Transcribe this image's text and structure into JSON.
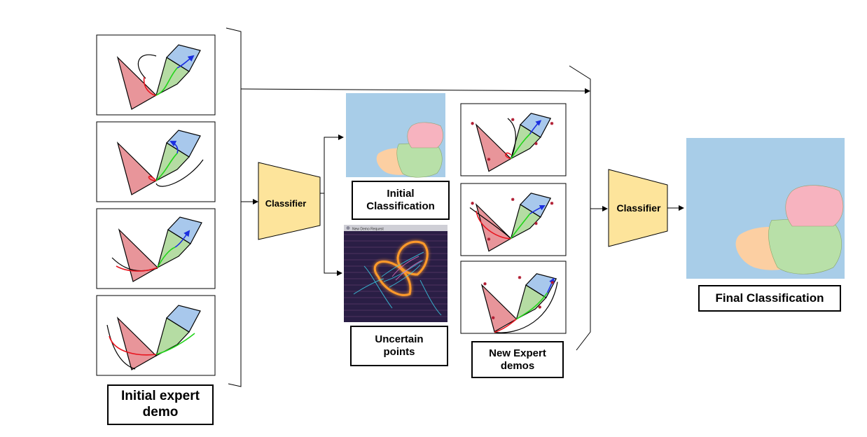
{
  "labels": {
    "initial_expert_demo": "Initial expert\ndemo",
    "classifier_1": "Classifier",
    "initial_classification": "Initial\nClassification",
    "uncertain_points": "Uncertain\npoints",
    "new_expert_demos": "New Expert\ndemos",
    "classifier_2": "Classifier",
    "final_classification": "Final Classification",
    "uncertainty_window_title": "New Demo Request"
  },
  "colors": {
    "triangle_link": "#e8959a",
    "middle_link": "#b5dca3",
    "end_link": "#a8c8ec",
    "classifier_fill": "#fde49b",
    "class_background": "#a8cde8",
    "class_pink": "#f7b3bf",
    "class_green": "#b8e0a8",
    "class_orange": "#fccfa2",
    "heatmap_background": "#2a1e45",
    "heatmap_glow": "#ff9a2a"
  }
}
